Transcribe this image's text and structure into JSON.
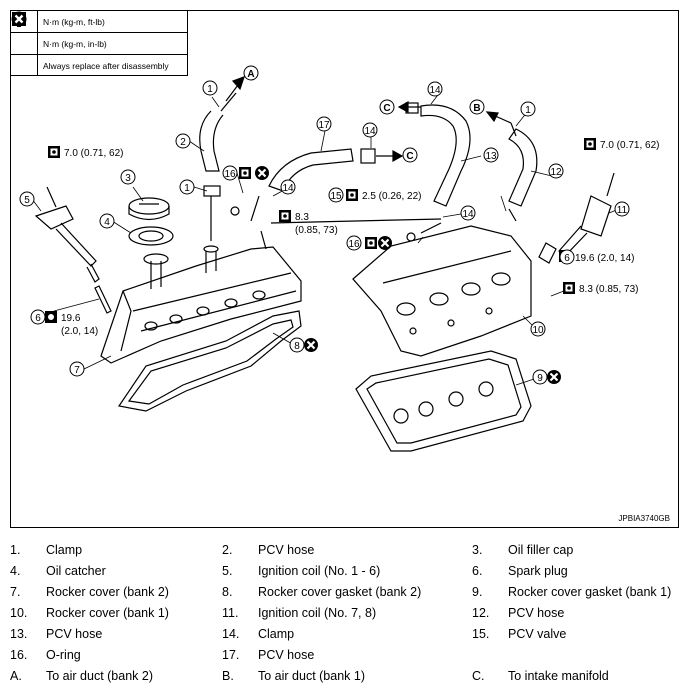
{
  "legend": [
    {
      "icon": "torque-wrench-icon",
      "text": "N·m (kg-m, ft-lb)"
    },
    {
      "icon": "torque-wrench-small-icon",
      "text": "N·m (kg-m, in-lb)"
    },
    {
      "icon": "replace-x-icon",
      "text": "Always replace after disassembly"
    }
  ],
  "figure_id": "JPBIA3740GB",
  "callouts": {
    "c1a": "1",
    "c1b": "1",
    "c1c": "1",
    "c2": "2",
    "c3": "3",
    "c4": "4",
    "c5": "5",
    "c6a": "6",
    "c6b": "6",
    "c7": "7",
    "c8": "8",
    "c9": "9",
    "c10": "10",
    "c11": "11",
    "c12": "12",
    "c13": "13",
    "c14a": "14",
    "c14b": "14",
    "c14c": "14",
    "c14d": "14",
    "c15": "15",
    "c16a": "16",
    "c16b": "16",
    "c17": "17",
    "cA": "A",
    "cB": "B",
    "cC1": "C",
    "cC2": "C"
  },
  "torques": {
    "t1": "7.0 (0.71, 62)",
    "t2": "7.0 (0.71, 62)",
    "t3": "2.5 (0.26, 22)",
    "t4a": "8.3",
    "t4b": "(0.85, 73)",
    "t5": "19.6 (2.0, 14)",
    "t6a": "19.6",
    "t6b": "(2.0, 14)",
    "t7": "8.3 (0.85, 73)"
  },
  "parts": [
    {
      "num": "1.",
      "name": "Clamp"
    },
    {
      "num": "2.",
      "name": "PCV hose"
    },
    {
      "num": "3.",
      "name": "Oil filler cap"
    },
    {
      "num": "4.",
      "name": "Oil catcher"
    },
    {
      "num": "5.",
      "name": "Ignition coil (No. 1 - 6)"
    },
    {
      "num": "6.",
      "name": "Spark plug"
    },
    {
      "num": "7.",
      "name": "Rocker cover (bank 2)"
    },
    {
      "num": "8.",
      "name": "Rocker cover gasket (bank 2)"
    },
    {
      "num": "9.",
      "name": "Rocker cover gasket (bank 1)"
    },
    {
      "num": "10.",
      "name": "Rocker cover (bank 1)"
    },
    {
      "num": "11.",
      "name": "Ignition coil (No. 7, 8)"
    },
    {
      "num": "12.",
      "name": "PCV hose"
    },
    {
      "num": "13.",
      "name": "PCV hose"
    },
    {
      "num": "14.",
      "name": "Clamp"
    },
    {
      "num": "15.",
      "name": "PCV valve"
    },
    {
      "num": "16.",
      "name": "O-ring"
    },
    {
      "num": "17.",
      "name": "PCV hose"
    },
    {
      "num": "A.",
      "name": "To air duct (bank 2)"
    },
    {
      "num": "B.",
      "name": "To air duct (bank 1)"
    },
    {
      "num": "C.",
      "name": "To intake manifold"
    }
  ]
}
